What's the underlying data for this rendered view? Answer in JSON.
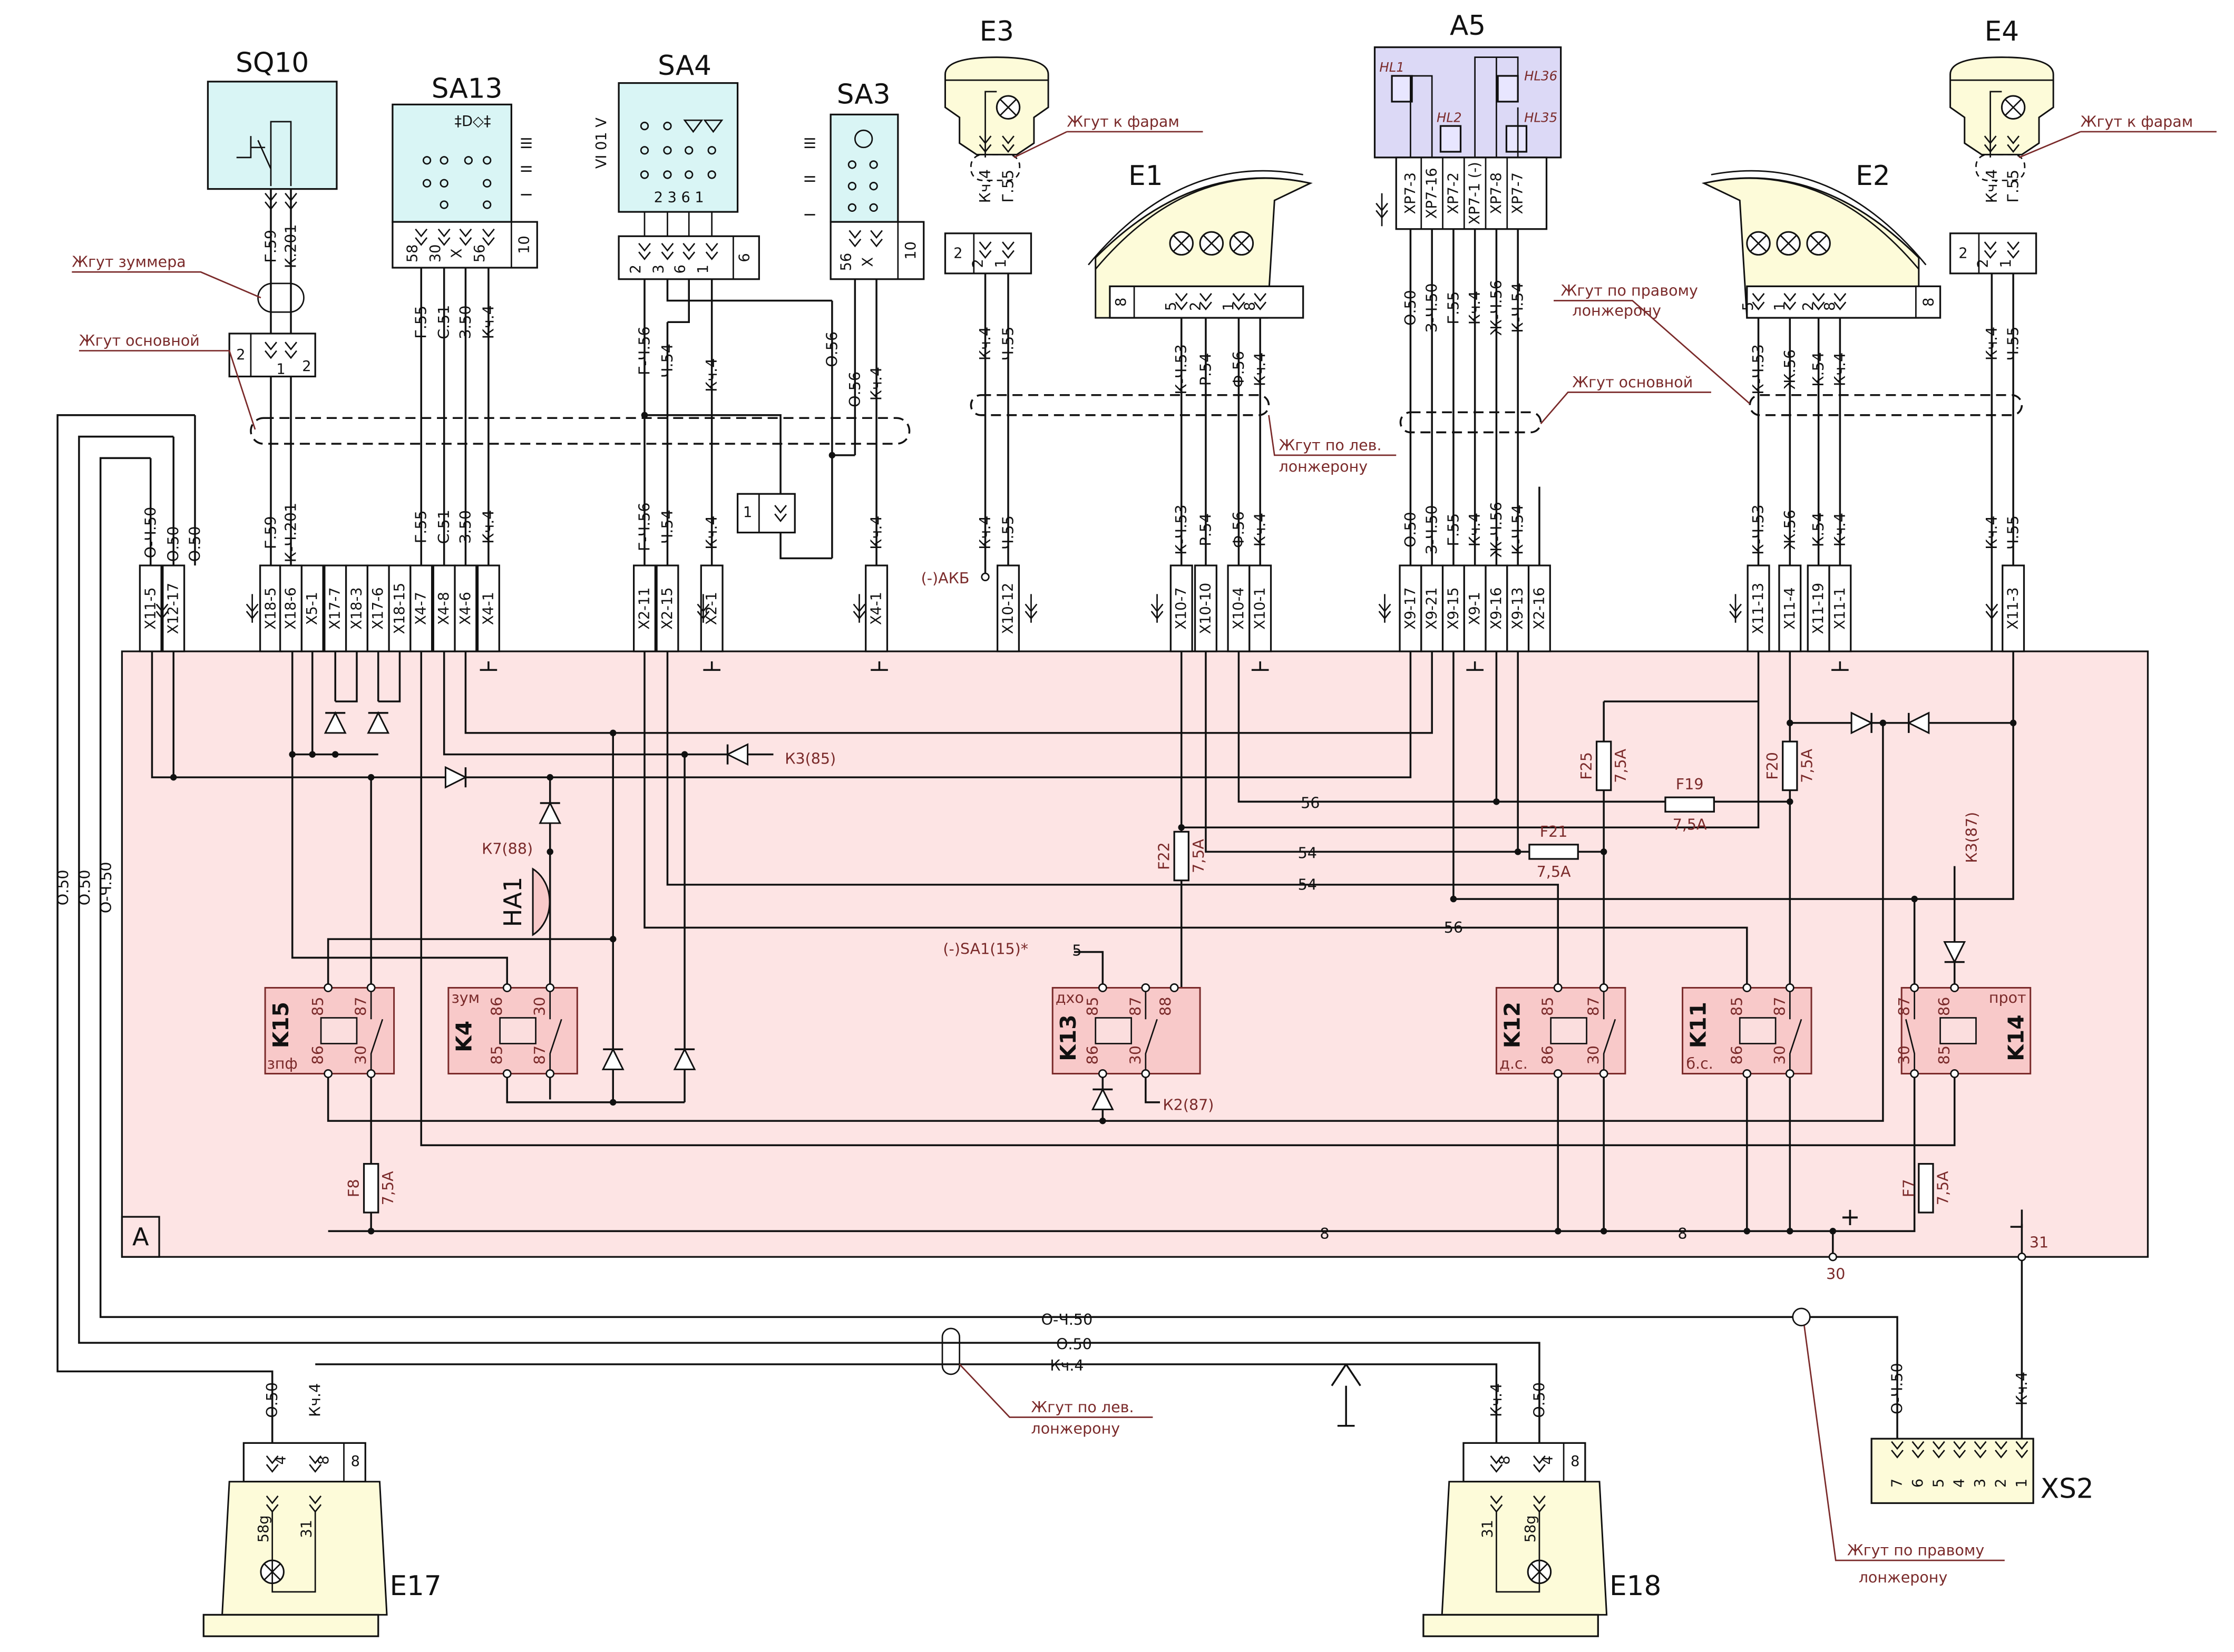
{
  "colors": {
    "block_fill": "#fde4e4",
    "relay_fill": "#f8c9c9",
    "switch_fill": "#d9f5f5",
    "lamp_fill": "#fdfbd9",
    "a5_fill": "#dcd9f6",
    "annotation": "#7a2a2a"
  },
  "components": {
    "sq10": {
      "label": "SQ10",
      "block": "2",
      "pins": [
        "1",
        "2"
      ]
    },
    "sa13": {
      "label": "SA13",
      "pins": [
        "58",
        "30",
        "X",
        "56"
      ],
      "block": "10",
      "positions": [
        "III",
        "II",
        "I"
      ]
    },
    "sa4": {
      "label": "SA4",
      "pins": [
        "2",
        "3",
        "6",
        "1"
      ],
      "block": "6",
      "inner": "2 3 6 1",
      "positions": "VI 01 V"
    },
    "sa3": {
      "label": "SA3",
      "pins": [
        "56",
        "X"
      ],
      "block": "10",
      "positions": [
        "III",
        "II",
        "I"
      ]
    },
    "e3": {
      "label": "E3",
      "block": "2",
      "pins": [
        "2",
        "1"
      ]
    },
    "e1": {
      "label": "E1",
      "block": "8",
      "pins": [
        "5",
        "2",
        "1",
        "8"
      ]
    },
    "a5": {
      "label": "A5",
      "lamps": [
        "HL1",
        "HL2",
        "HL36",
        "HL35"
      ],
      "pins": [
        "XP7-3",
        "XP7-16",
        "XP7-2",
        "XP7-1 (-)",
        "XP7-8",
        "XP7-7"
      ]
    },
    "e2": {
      "label": "E2",
      "block": "8",
      "pins": [
        "5",
        "1",
        "2",
        "8"
      ]
    },
    "e4": {
      "label": "E4",
      "block": "2",
      "pins": [
        "2",
        "1"
      ]
    },
    "aux": {
      "block": "1"
    },
    "e17": {
      "label": "E17",
      "wires": [
        "О.50",
        "Кч.4"
      ],
      "pins": [
        "4",
        "8"
      ],
      "block": "8",
      "lamp_pins": [
        "58g",
        "31"
      ]
    },
    "e18": {
      "label": "E18",
      "wires": [
        "Кч.4",
        "О.50"
      ],
      "pins": [
        "8",
        "4"
      ],
      "block": "8",
      "lamp_pins": [
        "31",
        "58g"
      ]
    },
    "xs2": {
      "label": "XS2",
      "pins": [
        "7",
        "6",
        "5",
        "4",
        "3",
        "2",
        "1"
      ],
      "wires": [
        "О-Ч.50",
        "Кч.4"
      ]
    },
    "ha1": {
      "label": "HA1"
    },
    "block_a": {
      "label": "A"
    }
  },
  "harness": {
    "buzzer": "Жгут зуммера",
    "main_left": "Жгут основной",
    "main_right": "Жгут основной",
    "headlights_e3": "Жгут к фарам",
    "headlights_e4": "Жгут к фарам",
    "left_rail_top": [
      "Жгут по лев.",
      "лонжерону"
    ],
    "right_rail_top": [
      "Жгут по правому",
      "лонжерону"
    ],
    "left_rail_bottom": [
      "Жгут по лев.",
      "лонжерону"
    ],
    "right_rail_bottom": [
      "Жгут по правому",
      "лонжерону"
    ]
  },
  "wires": [
    {
      "upper": "",
      "lower": "О-Ч.50",
      "pin": "X11-5"
    },
    {
      "upper": "",
      "lower": "О.50",
      "pin": "X12-17"
    },
    {
      "upper": "",
      "lower": "О.50",
      "pin": ""
    },
    {
      "upper": "Г.59",
      "lower": "Г.59",
      "pin": "X18-5"
    },
    {
      "upper": "К.201",
      "lower": "К-Ч.201",
      "pin": "X18-6"
    },
    {
      "upper": "",
      "lower": "",
      "pin": "X5-1"
    },
    {
      "upper": "",
      "lower": "",
      "pin": "X17-7"
    },
    {
      "upper": "",
      "lower": "",
      "pin": "X18-3"
    },
    {
      "upper": "",
      "lower": "",
      "pin": "X17-6"
    },
    {
      "upper": "",
      "lower": "",
      "pin": "X18-15"
    },
    {
      "upper": "Г.55",
      "lower": "Г.55",
      "pin": "X4-7"
    },
    {
      "upper": "С.51",
      "lower": "С.51",
      "pin": "X4-8"
    },
    {
      "upper": "З.50",
      "lower": "З.50",
      "pin": "X4-6"
    },
    {
      "upper": "Кч.4",
      "lower": "Кч.4",
      "pin": "X4-1"
    },
    {
      "upper": "Г-Ч.56",
      "lower": "Г-Ч.56",
      "pin": "X2-11"
    },
    {
      "upper": "Ч.54",
      "lower": "Ч.54",
      "pin": "X2-15"
    },
    {
      "upper": "Кч.4",
      "lower": "Кч.4",
      "pin": "X2-1"
    },
    {
      "upper": "О.56",
      "lower": "",
      "pin": ""
    },
    {
      "upper": "О.56",
      "lower": "",
      "pin": ""
    },
    {
      "upper": "Кч.4",
      "lower": "Кч.4",
      "pin": "X4-1"
    },
    {
      "top": "Кч.4",
      "upper": "Кч.4",
      "lower": "Кч.4",
      "pin": ""
    },
    {
      "top": "Г.55",
      "upper": "Ч.55",
      "lower": "Ч.55",
      "pin": "X10-12"
    },
    {
      "upper": "К-Ч.53",
      "lower": "К-Ч.53",
      "pin": "X10-7"
    },
    {
      "upper": "Р.54",
      "lower": "Р.54",
      "pin": "X10-10"
    },
    {
      "upper": "Ф.56",
      "lower": "Ф.56",
      "pin": "X10-4"
    },
    {
      "upper": "Кч.4",
      "lower": "Кч.4",
      "pin": "X10-1"
    },
    {
      "upper": "О.50",
      "lower": "О.50",
      "pin": "X9-17"
    },
    {
      "upper": "З-Ч.50",
      "lower": "З-Ч.50",
      "pin": "X9-21"
    },
    {
      "upper": "Г.55",
      "lower": "Г.55",
      "pin": "X9-15"
    },
    {
      "upper": "Кч.4",
      "lower": "Кч.4",
      "pin": "X9-1"
    },
    {
      "upper": "Ж-Ч.56",
      "lower": "Ж-Ч.56",
      "pin": "X9-16"
    },
    {
      "upper": "К-Ч.54",
      "lower": "К-Ч.54",
      "pin": "X9-13"
    },
    {
      "upper": "",
      "lower": "",
      "pin": "X2-16"
    },
    {
      "upper": "К-Ч.53",
      "lower": "К-Ч.53",
      "pin": "X11-13"
    },
    {
      "upper": "Ж.56",
      "lower": "Ж.56",
      "pin": "X11-4"
    },
    {
      "upper": "К.54",
      "lower": "К.54",
      "pin": "X11-19"
    },
    {
      "upper": "Кч.4",
      "lower": "Кч.4",
      "pin": "X11-1"
    },
    {
      "top": "Кч.4",
      "upper": "Кч.4",
      "lower": "Кч.4",
      "pin": ""
    },
    {
      "top": "Г.55",
      "upper": "Ч.55",
      "lower": "Ч.55",
      "pin": "X11-3"
    }
  ],
  "relays": [
    {
      "label": "K15",
      "sub": "зпф",
      "pins": [
        "85",
        "87",
        "86",
        "30"
      ]
    },
    {
      "label": "K4",
      "sub": "зум",
      "pins": [
        "86",
        "30",
        "85",
        "87"
      ]
    },
    {
      "label": "K13",
      "sub": "дхо",
      "pins": [
        "85",
        "87",
        "86",
        "30",
        "88"
      ]
    },
    {
      "label": "K12",
      "sub": "д.с.",
      "pins": [
        "85",
        "87",
        "86",
        "30"
      ]
    },
    {
      "label": "K11",
      "sub": "б.с.",
      "pins": [
        "85",
        "87",
        "86",
        "30"
      ]
    },
    {
      "label": "K14",
      "sub": "прот",
      "pins": [
        "87",
        "86",
        "30",
        "85"
      ]
    }
  ],
  "fuses": [
    {
      "name": "F8",
      "rating": "7,5A"
    },
    {
      "name": "F22",
      "rating": "7,5A"
    },
    {
      "name": "F25",
      "rating": "7,5A"
    },
    {
      "name": "F19",
      "rating": "7,5A"
    },
    {
      "name": "F21",
      "rating": "7,5A"
    },
    {
      "name": "F20",
      "rating": "7,5A"
    },
    {
      "name": "F7",
      "rating": "7,5A"
    }
  ],
  "internal": {
    "k3_85": "К3(85)",
    "k7_88": "К7(88)",
    "sa1": "(-)SA1(15)*",
    "sa1_pin": "5",
    "k2_87": "К2(87)",
    "k3_87": "К3(87)",
    "w56a": "56",
    "w54a": "54",
    "w54b": "54",
    "w56b": "56",
    "w8a": "8",
    "w8b": "8",
    "plus": "+",
    "t30": "30",
    "t31": "31",
    "akb": "(-)АКБ"
  },
  "bottom": {
    "o_ch_50": "О-Ч.50",
    "o_50": "О.50",
    "kch4": "Кч.4",
    "left": [
      "О.50",
      "О.50",
      "О-Ч.50"
    ]
  }
}
